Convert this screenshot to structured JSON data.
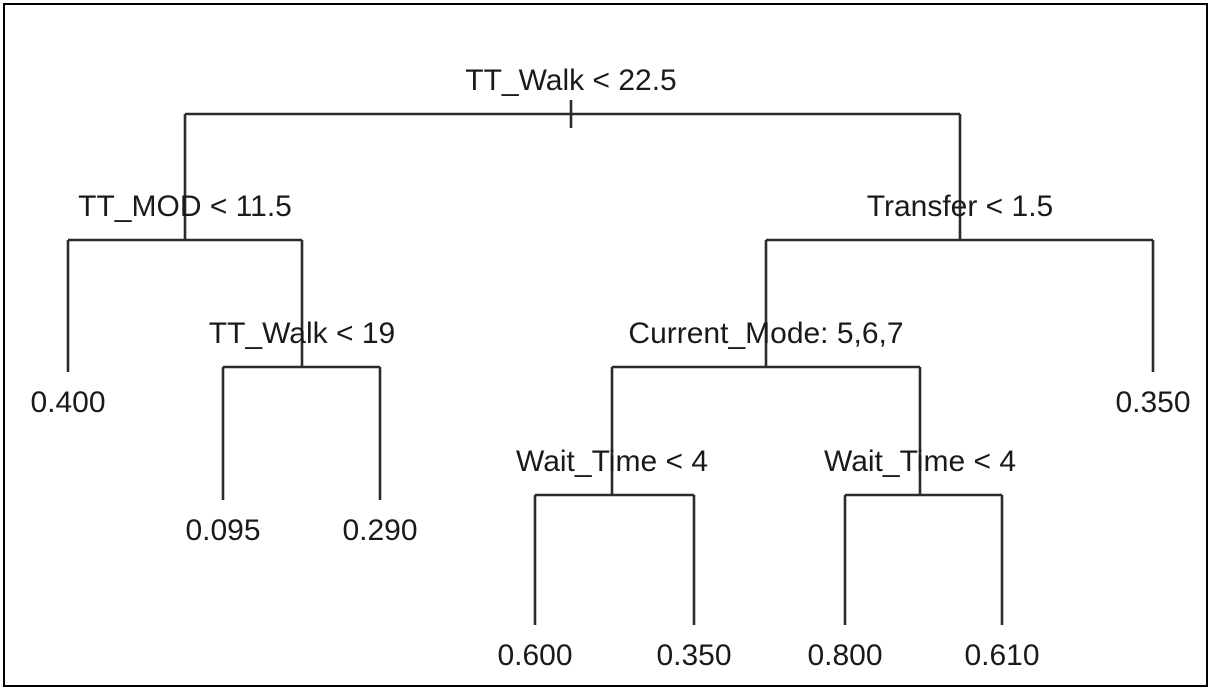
{
  "figure": {
    "type": "decision-tree",
    "border_color": "#000000",
    "line_color": "#2b2b2b",
    "text_color": "#1a1a1a",
    "background": "#ffffff"
  },
  "chart_data": {
    "type": "tree",
    "title": "",
    "description": "Binary decision tree with split conditions at internal nodes and predicted values at leaves",
    "internal_nodes": [
      {
        "id": "root",
        "label": "TT_Walk < 22.5",
        "depth": 0
      },
      {
        "id": "n_tt_mod",
        "label": "TT_MOD < 11.5",
        "depth": 1
      },
      {
        "id": "n_transfer",
        "label": "Transfer < 1.5",
        "depth": 1
      },
      {
        "id": "n_tt_walk19",
        "label": "TT_Walk < 19",
        "depth": 2
      },
      {
        "id": "n_current_mode",
        "label": "Current_Mode: 5,6,7",
        "depth": 2
      },
      {
        "id": "n_wait_left",
        "label": "Wait_Time < 4",
        "depth": 3
      },
      {
        "id": "n_wait_right",
        "label": "Wait_Time < 4",
        "depth": 3
      }
    ],
    "leaves": [
      {
        "id": "leaf_0400",
        "label": "0.400",
        "value": 0.4
      },
      {
        "id": "leaf_0095",
        "label": "0.095",
        "value": 0.095
      },
      {
        "id": "leaf_0290",
        "label": "0.290",
        "value": 0.29
      },
      {
        "id": "leaf_0600",
        "label": "0.600",
        "value": 0.6
      },
      {
        "id": "leaf_0350a",
        "label": "0.350",
        "value": 0.35
      },
      {
        "id": "leaf_0800",
        "label": "0.800",
        "value": 0.8
      },
      {
        "id": "leaf_0610",
        "label": "0.610",
        "value": 0.61
      },
      {
        "id": "leaf_0350b",
        "label": "0.350",
        "value": 0.35
      }
    ],
    "edges": [
      {
        "from": "root",
        "to": "n_tt_mod",
        "branch": "yes"
      },
      {
        "from": "root",
        "to": "n_transfer",
        "branch": "no"
      },
      {
        "from": "n_tt_mod",
        "to": "leaf_0400",
        "branch": "yes"
      },
      {
        "from": "n_tt_mod",
        "to": "n_tt_walk19",
        "branch": "no"
      },
      {
        "from": "n_tt_walk19",
        "to": "leaf_0095",
        "branch": "yes"
      },
      {
        "from": "n_tt_walk19",
        "to": "leaf_0290",
        "branch": "no"
      },
      {
        "from": "n_transfer",
        "to": "n_current_mode",
        "branch": "yes"
      },
      {
        "from": "n_transfer",
        "to": "leaf_0350b",
        "branch": "no"
      },
      {
        "from": "n_current_mode",
        "to": "n_wait_left",
        "branch": "yes"
      },
      {
        "from": "n_current_mode",
        "to": "n_wait_right",
        "branch": "no"
      },
      {
        "from": "n_wait_left",
        "to": "leaf_0600",
        "branch": "yes"
      },
      {
        "from": "n_wait_left",
        "to": "leaf_0350a",
        "branch": "no"
      },
      {
        "from": "n_wait_right",
        "to": "leaf_0800",
        "branch": "yes"
      },
      {
        "from": "n_wait_right",
        "to": "leaf_0610",
        "branch": "no"
      }
    ]
  },
  "labels": {
    "root": "TT_Walk < 22.5",
    "tt_mod": "TT_MOD < 11.5",
    "transfer": "Transfer < 1.5",
    "tt_walk_19": "TT_Walk < 19",
    "current_mode": "Current_Mode: 5,6,7",
    "wait_time_left": "Wait_Time < 4",
    "wait_time_right": "Wait_Time < 4"
  },
  "leaf_values": {
    "l1": "0.400",
    "l2": "0.095",
    "l3": "0.290",
    "l4": "0.600",
    "l5": "0.350",
    "l6": "0.800",
    "l7": "0.610",
    "l8": "0.350"
  }
}
